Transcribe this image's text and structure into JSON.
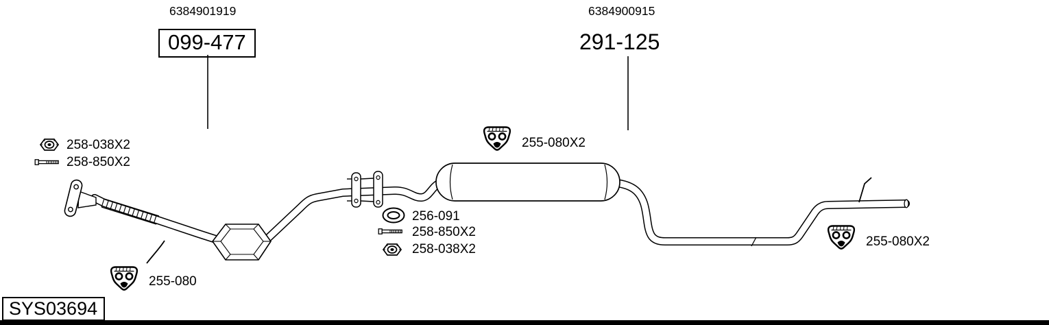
{
  "assemblies": {
    "front_pipe": {
      "ref_number": "6384901919",
      "part_number": "099-477"
    },
    "rear_silencer": {
      "ref_number": "6384900915",
      "part_number": "291-125"
    }
  },
  "callouts": {
    "front_nut": "258-038X2",
    "front_bolt": "258-850X2",
    "center_hanger": "255-080X2",
    "gasket": "256-091",
    "center_bolt": "258-850X2",
    "center_nut": "258-038X2",
    "front_hanger": "255-080",
    "rear_hanger": "255-080X2"
  },
  "footer": {
    "system_id": "SYS03694"
  },
  "icons": {
    "hanger": "hanger-mount-icon",
    "nut": "nut-icon",
    "bolt": "bolt-icon",
    "ring": "gasket-ring-icon"
  },
  "colors": {
    "line": "#000000",
    "background": "#ffffff"
  }
}
